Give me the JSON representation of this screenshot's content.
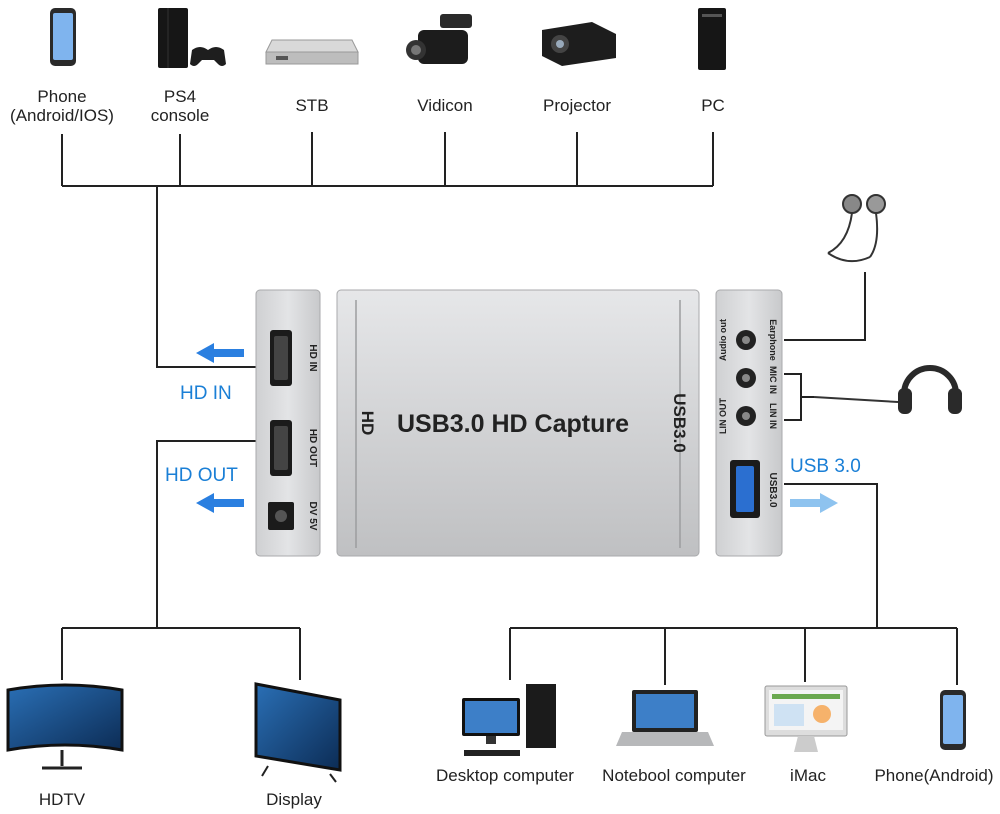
{
  "top_devices": [
    {
      "label_line1": "Phone",
      "label_line2": "(Android/IOS)",
      "icon": "smartphone-icon"
    },
    {
      "label_line1": "PS4",
      "label_line2": "console",
      "icon": "game-console-icon"
    },
    {
      "label_line1": "STB",
      "label_line2": "",
      "icon": "set-top-box-icon"
    },
    {
      "label_line1": "Vidicon",
      "label_line2": "",
      "icon": "video-camera-icon"
    },
    {
      "label_line1": "Projector",
      "label_line2": "",
      "icon": "projector-icon"
    },
    {
      "label_line1": "PC",
      "label_line2": "",
      "icon": "pc-tower-icon"
    }
  ],
  "bottom_left_devices": [
    {
      "label": "HDTV",
      "icon": "curved-monitor-icon"
    },
    {
      "label": "Display",
      "icon": "tv-display-icon"
    }
  ],
  "bottom_right_devices": [
    {
      "label": "Desktop computer",
      "icon": "desktop-computer-icon"
    },
    {
      "label": "Notebool computer",
      "icon": "laptop-icon"
    },
    {
      "label": "iMac",
      "icon": "imac-icon"
    },
    {
      "label": "Phone(Android)",
      "icon": "smartphone-icon"
    }
  ],
  "port_callouts": {
    "hd_in": "HD IN",
    "hd_out": "HD OUT",
    "usb": "USB 3.0"
  },
  "device": {
    "title": "USB3.0 HD Capture",
    "left_tag": "HD",
    "right_tag": "USB3.0",
    "left_panel": {
      "hd_in": "HD IN",
      "hd_out": "HD  OUT",
      "power": "DV 5V"
    },
    "right_panel": {
      "audio_out": "Audio out",
      "earphone": "Earphone",
      "mic_in": "MIC IN",
      "lin_out": "LIN OUT",
      "lin_in": "LIN IN",
      "usb": "USB3.0"
    }
  },
  "colors": {
    "accent_blue": "#1a7fd6",
    "arrow_blue": "#2a7fe0",
    "usb_arrow": "#8ec3ef",
    "case": "#d7d8da"
  }
}
